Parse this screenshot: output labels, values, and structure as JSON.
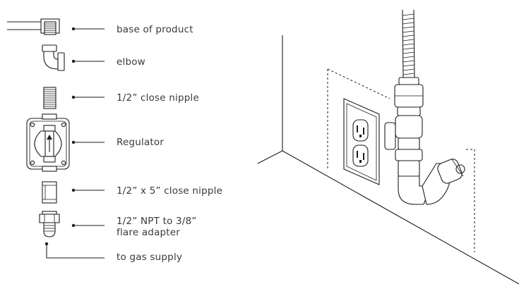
{
  "labels": {
    "base": "base of product",
    "elbow": "elbow",
    "close_nipple": "1/2” close nipple",
    "regulator": "Regulator",
    "close_nipple_5": "1/2” x 5” close nipple",
    "adapter_line1": "1/2” NPT to 3/8”",
    "adapter_line2": "flare adapter",
    "gas_supply": "to gas supply"
  }
}
